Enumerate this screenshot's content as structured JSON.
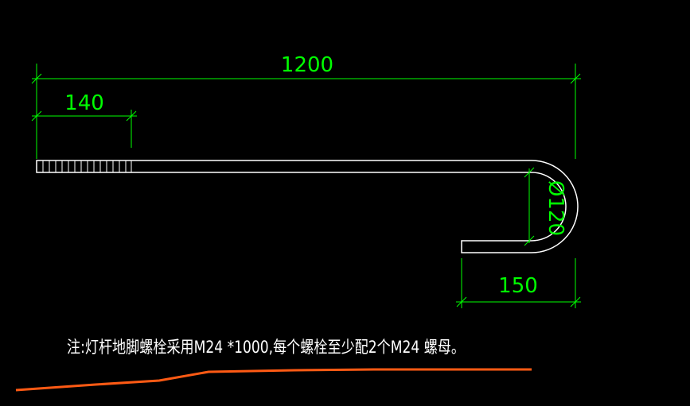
{
  "drawing": {
    "dimensions": {
      "overall_length": "1200",
      "thread_length": "140",
      "hook_diameter": "Ø120",
      "hook_leg_length": "150"
    },
    "note": "注:灯杆地脚螺栓采用M24 *1000,每个螺栓至少配2个M24 螺母。",
    "colors": {
      "background": "#000000",
      "dimension": "#00ff00",
      "geometry": "#ffffff",
      "markup": "#ff5a14"
    }
  }
}
